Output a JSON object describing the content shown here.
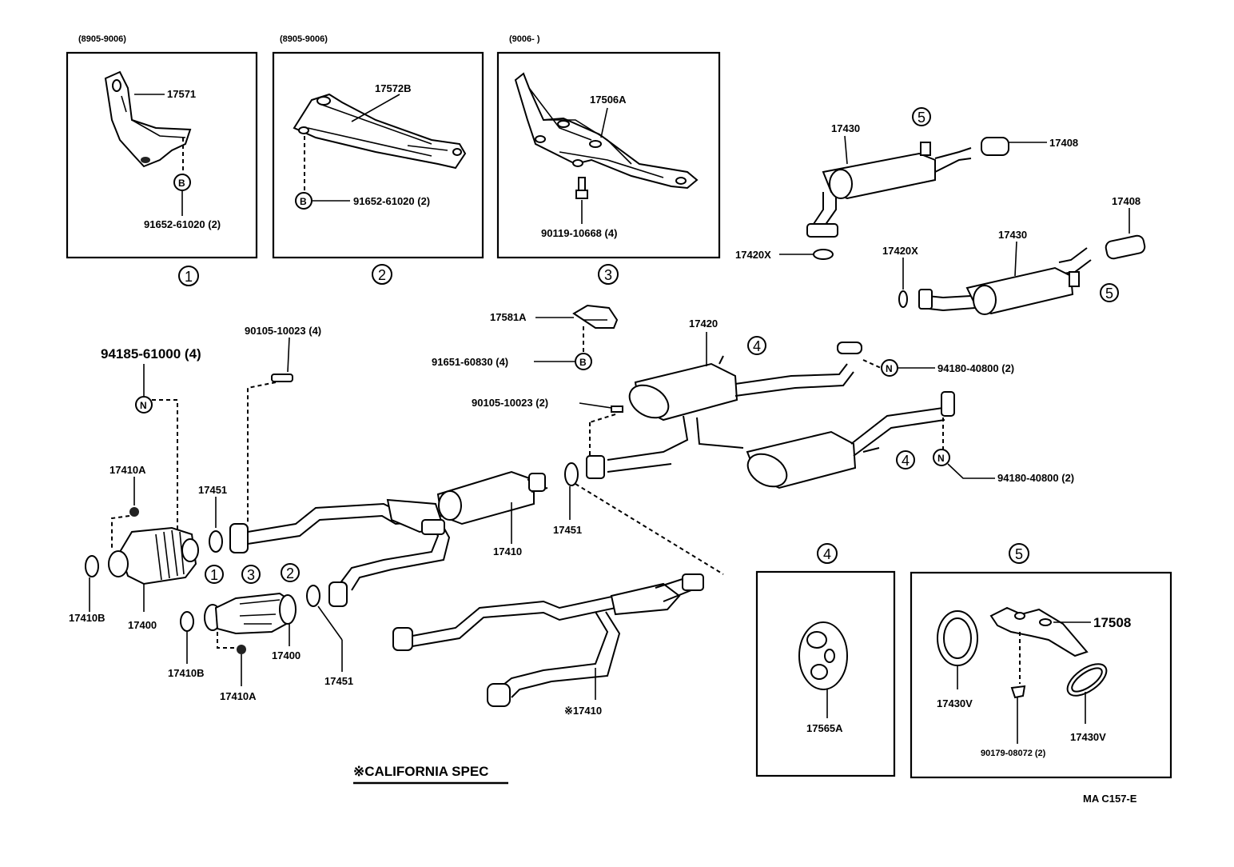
{
  "diagram": {
    "code": "MA  C157-E",
    "note": "※CALIFORNIA SPEC",
    "insets": [
      {
        "date_range": "(8905-9006)",
        "part": "17571",
        "fastener": "91652-61020 (2)",
        "fastener_tag": "B",
        "index": "1"
      },
      {
        "date_range": "(8905-9006)",
        "part": "17572B",
        "fastener": "91652-61020 (2)",
        "fastener_tag": "B",
        "index": "2"
      },
      {
        "date_range": "(9006-        )",
        "part": "17506A",
        "fastener": "90119-10668 (4)",
        "index": "3"
      }
    ],
    "detail_boxes": [
      {
        "index": "4",
        "part": "17565A"
      },
      {
        "index": "5",
        "parts": [
          "17508",
          "17430V",
          "17430V",
          "90179-08072 (2)"
        ]
      }
    ],
    "callouts": {
      "c1": "17430",
      "c2": "17408",
      "c3": "17420X",
      "c4": "17408",
      "c5": "17420X",
      "c6": "17430",
      "c7": "17581A",
      "c8": "91651-60830 (4)",
      "c9": "17420",
      "c10": "94180-40800 (2)",
      "c11": "90105-10023 (2)",
      "c12": "94180-40800 (2)",
      "c13": "90105-10023 (4)",
      "c14": "94185-61000 (4)",
      "c15": "17410A",
      "c16": "17451",
      "c17": "17410B",
      "c18": "17400",
      "c19": "17410",
      "c20": "17451",
      "c21": "17400",
      "c22": "17451",
      "c23": "17410B",
      "c24": "17410A",
      "c25": "※17410"
    },
    "tags": {
      "B": "B",
      "N": "N"
    },
    "circled_indices": [
      "1",
      "2",
      "3",
      "4",
      "5"
    ]
  }
}
